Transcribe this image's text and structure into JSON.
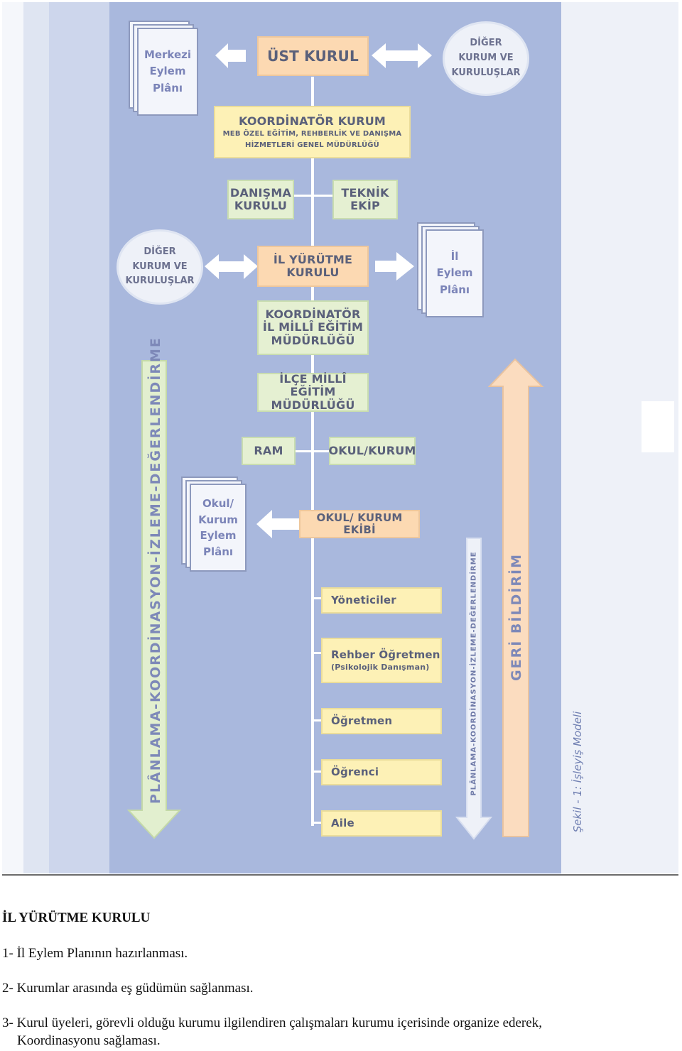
{
  "diagram": {
    "ust_kurul": "ÜST KURUL",
    "merkezi_plan": [
      "Merkezi",
      "Eylem",
      "Plânı"
    ],
    "diger_top": [
      "DİĞER",
      "KURUM VE",
      "KURULUŞLAR"
    ],
    "koordinator_kurum": {
      "title": "KOORDİNATÖR KURUM",
      "line1": "MEB ÖZEL EĞİTİM, REHBERLİK VE DANIŞMA",
      "line2": "HİZMETLERİ GENEL MÜDÜRLÜĞÜ"
    },
    "danisma": [
      "DANIŞMA",
      "KURULU"
    ],
    "teknik": [
      "TEKNİK",
      "EKİP"
    ],
    "diger_mid": [
      "DİĞER",
      "KURUM VE",
      "KURULUŞLAR"
    ],
    "il_yurutme": [
      "İL YÜRÜTME",
      "KURULU"
    ],
    "il_plan": [
      "İl",
      "Eylem",
      "Plânı"
    ],
    "koordinator_il": [
      "KOORDİNATÖR",
      "İL MİLLÎ EĞİTİM",
      "MÜDÜRLÜĞÜ"
    ],
    "ilce": [
      "İLÇE MİLLÎ EĞİTİM",
      "MÜDÜRLÜĞÜ"
    ],
    "ram": "RAM",
    "okul_kurum": "OKUL/KURUM",
    "okul_plan": [
      "Okul/",
      "Kurum",
      "Eylem",
      "Plânı"
    ],
    "okul_ekibi": "OKUL/ KURUM EKİBİ",
    "yoneticiler": "Yöneticiler",
    "rehber": "Rehber Öğretmen",
    "rehber_sub": "(Psikolojik Danışman)",
    "ogretmen": "Öğretmen",
    "ogrenci": "Öğrenci",
    "aile": "Aile",
    "left_arrow_label": "PLÂNLAMA-KOORDİNASYON-İZLEME-DEĞERLENDİRME",
    "right_arrow_label": "PLÂNLAMA-KOORDİNASYON-İZLEME-DEĞERLENDİRME",
    "geri_bildirim": "GERİ BİLDİRİM",
    "caption": "Şekil - 1: İşleyiş Modeli",
    "colors": {
      "main_bg": "#a9b8dd",
      "orange": "#fcd9b2",
      "yellow": "#fdf1b6",
      "green": "#e5f0d2",
      "arrow_green": "#e2efcf",
      "arrow_orange": "#fbdcbf"
    }
  },
  "text": {
    "heading": "İL YÜRÜTME KURULU",
    "item1": "1- İl Eylem Planının hazırlanması.",
    "item2": "2- Kurumlar arasında eş güdümün sağlanması.",
    "item3_line1": "3- Kurul üyeleri, görevli olduğu kurumu ilgilendiren çalışmaları kurumu içerisinde organize ederek,",
    "item3_line2": "Koordinasyonu sağlaması."
  }
}
